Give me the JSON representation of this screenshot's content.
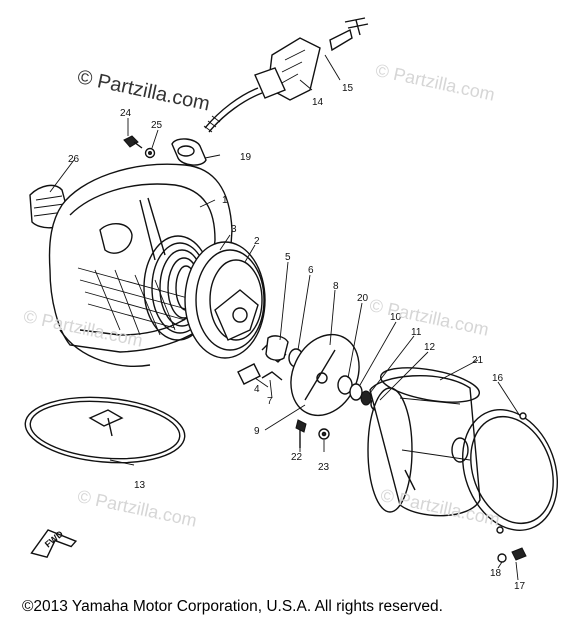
{
  "watermarks": [
    "© Partzilla.com",
    "© Partzilla.com",
    "© Partzilla.com",
    "© Partzilla.com",
    "© Partzilla.com",
    "© Partzilla.com"
  ],
  "callouts": [
    "1",
    "2",
    "3",
    "4",
    "5",
    "6",
    "7",
    "8",
    "9",
    "10",
    "11",
    "12",
    "13",
    "14",
    "15",
    "16",
    "17",
    "18",
    "19",
    "20",
    "21",
    "22",
    "23",
    "24",
    "25",
    "26"
  ],
  "fwd_label": "FWD",
  "copyright": "©2013  Yamaha Motor Corporation, U.S.A. All rights reserved."
}
